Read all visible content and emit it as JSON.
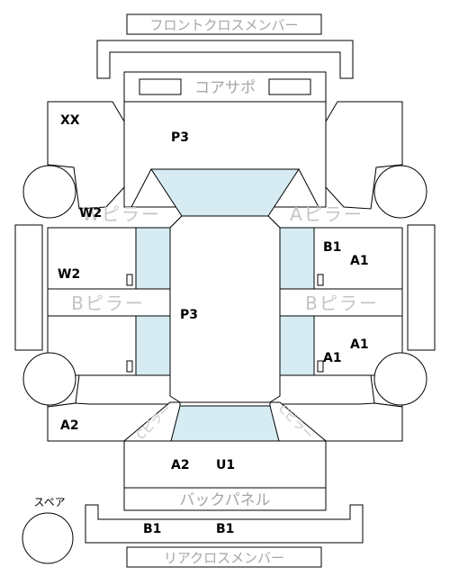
{
  "parts": {
    "front_cross_member": "フロントクロスメンバー",
    "core_support": "コアサポ",
    "w_pillar": "Wピラー",
    "a_pillar": "Aピラー",
    "b_pillar_left": "Bピラー",
    "b_pillar_right": "Bピラー",
    "c_pillar_left": "Cピラー",
    "c_pillar_right": "Cピラー",
    "back_panel": "バックパネル",
    "rear_cross_member": "リアクロスメンバー",
    "spare": "スペア"
  },
  "codes": {
    "front_left": "XX",
    "hood": "P3",
    "w_area": "W2",
    "left_front_door": "W2",
    "right_front_door_b": "B1",
    "right_front_door_a": "A1",
    "roof": "P3",
    "right_rear_door_a": "A1",
    "right_rear_door_b": "A1",
    "rear_left": "A2",
    "trunk_left": "A2",
    "trunk_right": "U1",
    "rear_member_left": "B1",
    "rear_member_right": "B1"
  },
  "colors": {
    "glass": "#d6ebf2",
    "outline": "#000000",
    "label_gray": "#a6a6a6"
  }
}
